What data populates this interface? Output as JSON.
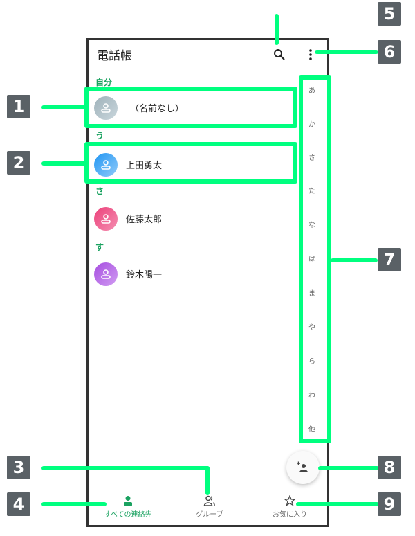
{
  "header": {
    "title": "電話帳",
    "search_icon": "search-icon",
    "menu_icon": "more-vert-icon"
  },
  "sections": [
    {
      "label": "自分",
      "name": "（名前なし）",
      "color": "#a9bcc4"
    },
    {
      "label": "う",
      "name": "上田勇太",
      "color": "#3ea4ef"
    },
    {
      "label": "さ",
      "name": "佐藤太郎",
      "color": "#ee5a95"
    },
    {
      "label": "す",
      "name": "鈴木陽一",
      "color": "#b45ee4"
    }
  ],
  "index": [
    "あ",
    "か",
    "さ",
    "た",
    "な",
    "は",
    "ま",
    "や",
    "ら",
    "わ",
    "他"
  ],
  "fab": {
    "icon": "add-contact-icon"
  },
  "nav": [
    {
      "label": "すべての連絡先",
      "active": true
    },
    {
      "label": "グループ"
    },
    {
      "label": "お気に入り"
    }
  ],
  "callouts": [
    "1",
    "2",
    "3",
    "4",
    "5",
    "6",
    "7",
    "8",
    "9"
  ],
  "colors": {
    "accent": "#1aa260",
    "highlight": "#00ff7f",
    "badge": "#5a6166"
  }
}
